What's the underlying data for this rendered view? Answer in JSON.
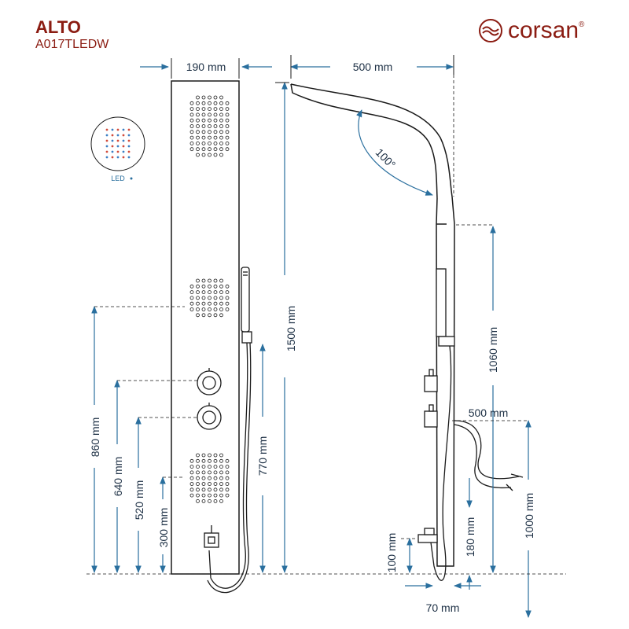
{
  "header": {
    "title": "ALTO",
    "model": "A017TLEDW"
  },
  "brand": {
    "name": "corsan",
    "registered": "®"
  },
  "led_label": "LED",
  "dimensions": {
    "panel_width": "190 mm",
    "arm_length": "500 mm",
    "arm_angle": "100°",
    "total_height": "1500 mm",
    "outlet_height": "1060 mm",
    "top_jets_height": "860 mm",
    "handshower_height": "770 mm",
    "thermostat_height": "640 mm",
    "diverter_height": "520 mm",
    "bottom_jets_height": "300 mm",
    "hose_length": "500 mm",
    "connection_height": "1000 mm",
    "bottom_outlet_height": "180 mm",
    "spout_height": "100 mm",
    "depth": "70 mm"
  },
  "colors": {
    "brand": "#8b1c12",
    "dimension": "#2a6f9e",
    "line": "#1a1a1a",
    "text": "#1c2f44"
  }
}
